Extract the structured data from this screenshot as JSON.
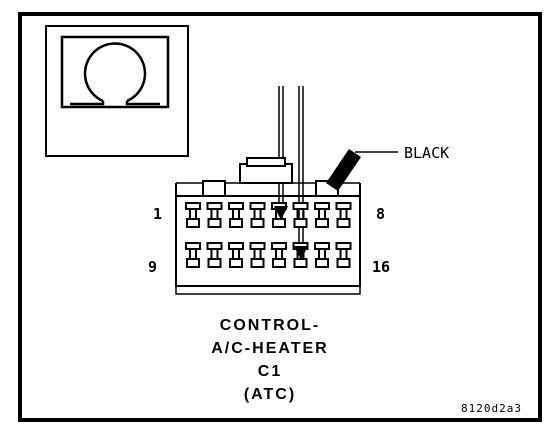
{
  "connector": {
    "title_lines": [
      "CONTROL-",
      "A/C-HEATER",
      "C1",
      "(ATC)"
    ],
    "color_label": "BLACK",
    "pin_labels": {
      "top_left": "1",
      "top_right": "8",
      "bottom_left": "9",
      "bottom_right": "16"
    },
    "cavities_per_row": 8,
    "rows": 2
  },
  "figure_code": "8120d2a3"
}
